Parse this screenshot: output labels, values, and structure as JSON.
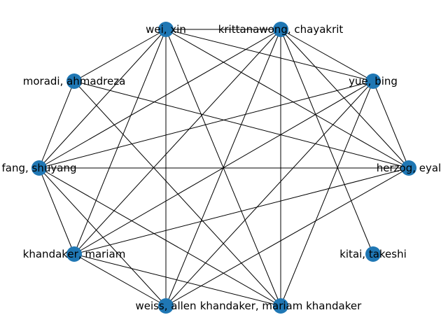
{
  "graph": {
    "node_color": "#1f77b4",
    "edge_color": "#000000",
    "background": "#ffffff",
    "nodes": [
      {
        "id": "wei",
        "label": "wei, xin"
      },
      {
        "id": "krittanawong",
        "label": "krittanawong, chayakrit"
      },
      {
        "id": "moradi",
        "label": "moradi, ahmadreza"
      },
      {
        "id": "yue",
        "label": "yue, bing"
      },
      {
        "id": "fang",
        "label": "fang, shuyang"
      },
      {
        "id": "herzog",
        "label": "herzog, eyal"
      },
      {
        "id": "khandaker_m",
        "label": "khandaker, mariam"
      },
      {
        "id": "kitai",
        "label": "kitai, takeshi"
      },
      {
        "id": "weiss",
        "label": "weiss, allen"
      },
      {
        "id": "khandaker_mk",
        "label": "khandaker, mariam khandaker"
      }
    ],
    "edges": [
      [
        "wei",
        "krittanawong"
      ],
      [
        "wei",
        "yue"
      ],
      [
        "wei",
        "herzog"
      ],
      [
        "wei",
        "khandaker_mk"
      ],
      [
        "wei",
        "weiss"
      ],
      [
        "wei",
        "khandaker_m"
      ],
      [
        "wei",
        "fang"
      ],
      [
        "wei",
        "moradi"
      ],
      [
        "krittanawong",
        "yue"
      ],
      [
        "krittanawong",
        "herzog"
      ],
      [
        "krittanawong",
        "kitai"
      ],
      [
        "krittanawong",
        "khandaker_mk"
      ],
      [
        "krittanawong",
        "weiss"
      ],
      [
        "krittanawong",
        "khandaker_m"
      ],
      [
        "krittanawong",
        "fang"
      ],
      [
        "moradi",
        "fang"
      ],
      [
        "moradi",
        "herzog"
      ],
      [
        "moradi",
        "khandaker_mk"
      ],
      [
        "yue",
        "herzog"
      ],
      [
        "yue",
        "khandaker_mk"
      ],
      [
        "yue",
        "weiss"
      ],
      [
        "yue",
        "khandaker_m"
      ],
      [
        "yue",
        "fang"
      ],
      [
        "fang",
        "herzog"
      ],
      [
        "fang",
        "khandaker_m"
      ],
      [
        "fang",
        "weiss"
      ],
      [
        "fang",
        "khandaker_mk"
      ],
      [
        "herzog",
        "khandaker_m"
      ],
      [
        "herzog",
        "weiss"
      ],
      [
        "khandaker_m",
        "weiss"
      ],
      [
        "khandaker_m",
        "khandaker_mk"
      ]
    ]
  }
}
